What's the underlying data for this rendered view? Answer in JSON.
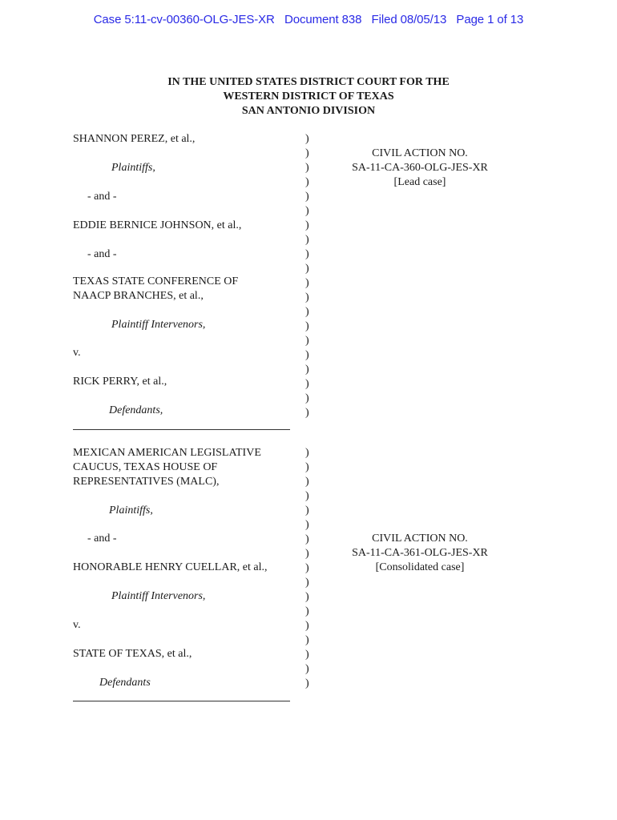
{
  "header_stamp": {
    "case": "Case 5:11-cv-00360-OLG-JES-XR",
    "document": "Document 838",
    "filed": "Filed 08/05/13",
    "page": "Page 1 of 13"
  },
  "court": {
    "line1": "IN THE UNITED STATES DISTRICT COURT FOR THE",
    "line2": "WESTERN DISTRICT OF TEXAS",
    "line3": "SAN ANTONIO DIVISION"
  },
  "lead_case": {
    "parties": {
      "p1": "SHANNON PEREZ, et al.,",
      "p1_role": "Plaintiffs,",
      "and1": "- and -",
      "p2": "EDDIE BERNICE JOHNSON, et al.,",
      "and2": "- and -",
      "p3_line1": "TEXAS STATE CONFERENCE OF",
      "p3_line2": "NAACP BRANCHES, et al.,",
      "p3_role": "Plaintiff Intervenors,",
      "versus": "v.",
      "d1": "RICK PERRY, et al.,",
      "d1_role": "Defendants,"
    },
    "civil_action": {
      "label": "CIVIL ACTION NO.",
      "number": "SA-11-CA-360-OLG-JES-XR",
      "note": "[Lead case]"
    }
  },
  "consolidated_case": {
    "parties": {
      "p1_line1": "MEXICAN AMERICAN LEGISLATIVE",
      "p1_line2": "CAUCUS, TEXAS HOUSE OF",
      "p1_line3": "REPRESENTATIVES (MALC),",
      "p1_role": "Plaintiffs,",
      "and1": "- and -",
      "p2": "HONORABLE HENRY CUELLAR, et al.,",
      "p2_role": "Plaintiff Intervenors,",
      "versus": "v.",
      "d1": "STATE OF TEXAS, et al.,",
      "d1_role": "Defendants"
    },
    "civil_action": {
      "label": "CIVIL ACTION NO.",
      "number": "SA-11-CA-361-OLG-JES-XR",
      "note": "[Consolidated case]"
    }
  },
  "paren_char": ")"
}
